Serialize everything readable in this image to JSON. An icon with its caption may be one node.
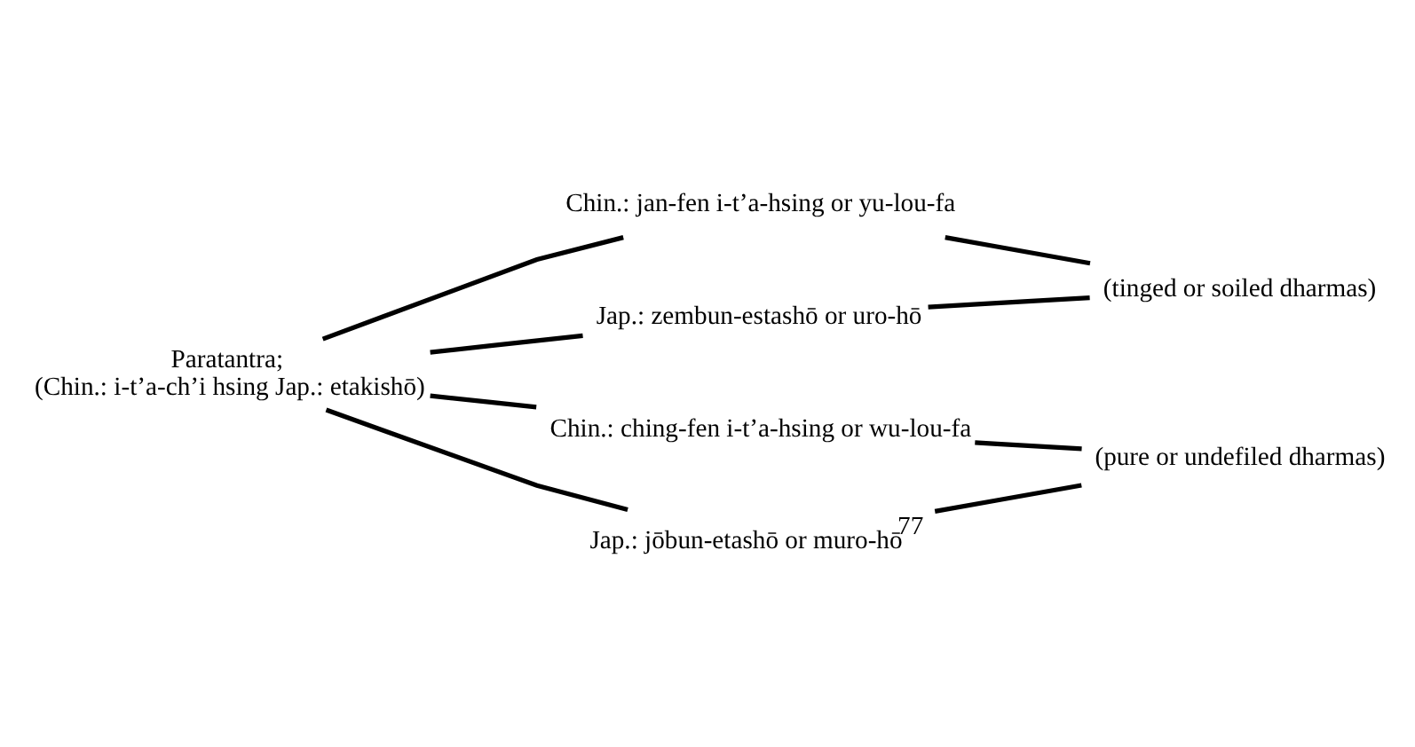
{
  "diagram": {
    "nodes": [
      {
        "text": [
          "Paratantra;",
          "(Chin.: i-t’a-ch’i hsing Jap.: etakishō)"
        ]
      },
      {
        "text": [
          "Chin.: jan-fen i-t’a-hsing or yu-lou-fa"
        ]
      },
      {
        "text": [
          "Jap.: zembun-estashō or uro-hō"
        ]
      },
      {
        "text": [
          "(tinged or soiled dharmas)"
        ]
      },
      {
        "text": [
          "Chin.: ching-fen i-t’a-hsing or wu-lou-fa"
        ]
      },
      {
        "text": [
          "Jap.: jōbun-etashō or muro-hō$^{77}$"
        ]
      },
      {
        "text": [
          "(pure or undefiled dharmas)"
        ]
      }
    ],
    "edges": [
      {
        "from": 0,
        "to": 1,
        "arrow": "none"
      },
      {
        "from": 0,
        "to": 2,
        "arrow": "none"
      },
      {
        "from": 0,
        "to": 4,
        "arrow": "none"
      },
      {
        "from": 0,
        "to": 5,
        "arrow": "none"
      },
      {
        "from": 1,
        "to": 3,
        "arrow": "none"
      },
      {
        "from": 2,
        "to": 3,
        "arrow": "none"
      },
      {
        "from": 4,
        "to": 6,
        "arrow": "none"
      },
      {
        "from": 5,
        "to": 6,
        "arrow": "none"
      }
    ]
  }
}
